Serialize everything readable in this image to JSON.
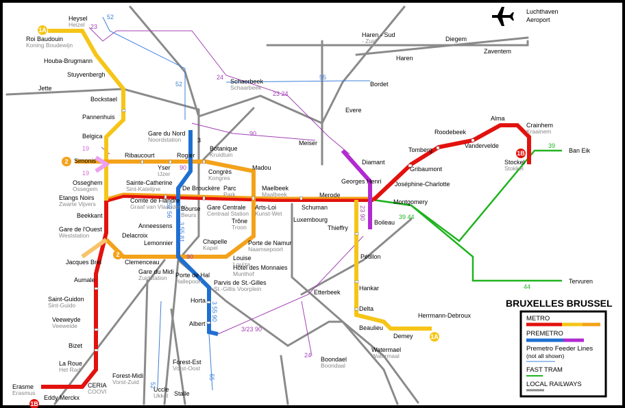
{
  "title": "BRUXELLES BRUSSEL",
  "legend": {
    "metro": "METRO",
    "premetro": "PREMETRO",
    "feeder": "Premetro Feeder Lines",
    "feeder_note": "(not all shown)",
    "fast_tram": "FAST TRAM",
    "railways": "LOCAL RAILWAYS"
  },
  "colors": {
    "metro_red": "#e2120e",
    "metro_orange": "#f3a21b",
    "metro_yellow": "#f5c518",
    "premetro_blue": "#1f6fd1",
    "premetro_purple": "#b22ad0",
    "feeder_purple": "#a23fb5",
    "feeder_blue": "#3b7fd6",
    "tram_green": "#1fb31f",
    "rail_grey": "#808080"
  },
  "airport": {
    "name": "Luchthaven",
    "alt": "Aeroport",
    "icon": "airplane-icon"
  },
  "badges": [
    {
      "id": "1A",
      "label": "1A"
    },
    {
      "id": "1A-end",
      "label": "1A"
    },
    {
      "id": "1B",
      "label": "1B"
    },
    {
      "id": "1B-end",
      "label": "1B"
    },
    {
      "id": "2-north",
      "label": "2"
    },
    {
      "id": "2-south",
      "label": "2"
    }
  ],
  "stations": [
    {
      "id": "heysel",
      "name": "Heysel",
      "alt": "Heizel"
    },
    {
      "id": "roi-baudouin",
      "name": "Roi Baudouin",
      "alt": "Koning Boudewijn"
    },
    {
      "id": "houba",
      "name": "Houba-Brugmann",
      "alt": ""
    },
    {
      "id": "stuyvenbergh",
      "name": "Stuyvenbergh",
      "alt": ""
    },
    {
      "id": "bockstael",
      "name": "Bockstael",
      "alt": ""
    },
    {
      "id": "pannenhuis",
      "name": "Pannenhuis",
      "alt": ""
    },
    {
      "id": "belgica",
      "name": "Belgica",
      "alt": ""
    },
    {
      "id": "simonis",
      "name": "Simonis",
      "alt": ""
    },
    {
      "id": "osseghem",
      "name": "Osseghem",
      "alt": "Ossegem"
    },
    {
      "id": "etangs-noirs",
      "name": "Etangs Noirs",
      "alt": "Zwarte Vijvers"
    },
    {
      "id": "beekkant",
      "name": "Beekkant",
      "alt": ""
    },
    {
      "id": "gare-ouest",
      "name": "Gare de l'Ouest",
      "alt": "Weststation"
    },
    {
      "id": "delacroix",
      "name": "Delacroix",
      "alt": ""
    },
    {
      "id": "jacques-brel",
      "name": "Jacques Brel",
      "alt": ""
    },
    {
      "id": "aumale",
      "name": "Aumale",
      "alt": ""
    },
    {
      "id": "saint-guidon",
      "name": "Saint-Guidon",
      "alt": "Sint-Guido"
    },
    {
      "id": "veeweyde",
      "name": "Veeweyde",
      "alt": "Veeweide"
    },
    {
      "id": "bizet",
      "name": "Bizet",
      "alt": ""
    },
    {
      "id": "la-roue",
      "name": "La Roue",
      "alt": "Het Rad"
    },
    {
      "id": "ceria",
      "name": "CERIA",
      "alt": "COOVI"
    },
    {
      "id": "erasme",
      "name": "Erasme",
      "alt": "Erasmus"
    },
    {
      "id": "eddy-merckx",
      "name": "Eddy Merckx",
      "alt": ""
    },
    {
      "id": "jette",
      "name": "Jette",
      "alt": ""
    },
    {
      "id": "ribaucourt",
      "name": "Ribaucourt",
      "alt": ""
    },
    {
      "id": "yser",
      "name": "Yser",
      "alt": "IJzer"
    },
    {
      "id": "sainte-catherine",
      "name": "Sainte-Catherine",
      "alt": "Sint-Katelijne"
    },
    {
      "id": "comte-flandre",
      "name": "Comte de Flandre",
      "alt": "Graaf van Vlaanderen"
    },
    {
      "id": "anneessens",
      "name": "Anneessens",
      "alt": ""
    },
    {
      "id": "lemonnier",
      "name": "Lemonnier",
      "alt": ""
    },
    {
      "id": "clemenceau",
      "name": "Clemenceau",
      "alt": ""
    },
    {
      "id": "gare-midi",
      "name": "Gare du Midi",
      "alt": "Zuidstation"
    },
    {
      "id": "porte-hal",
      "name": "Porte de Hal",
      "alt": "Hallepoort"
    },
    {
      "id": "parvis",
      "name": "Parvis de St.-Gilles",
      "alt": "St.-Gillis Voorplein"
    },
    {
      "id": "horta",
      "name": "Horta",
      "alt": ""
    },
    {
      "id": "albert",
      "name": "Albert",
      "alt": ""
    },
    {
      "id": "gare-nord",
      "name": "Gare du Nord",
      "alt": "Noordstation"
    },
    {
      "id": "rogier",
      "name": "Rogier",
      "alt": ""
    },
    {
      "id": "de-brouckere",
      "name": "De Brouckère",
      "alt": ""
    },
    {
      "id": "bourse",
      "name": "Bourse",
      "alt": "Beurs"
    },
    {
      "id": "botanique",
      "name": "Botanique",
      "alt": "Kruidtuin"
    },
    {
      "id": "congres",
      "name": "Congrès",
      "alt": "Kongres"
    },
    {
      "id": "parc",
      "name": "Parc",
      "alt": "Park"
    },
    {
      "id": "gare-centrale",
      "name": "Gare Centrale",
      "alt": "Centraal Station"
    },
    {
      "id": "trone",
      "name": "Trône",
      "alt": "Troon"
    },
    {
      "id": "madou",
      "name": "Madou",
      "alt": ""
    },
    {
      "id": "arts-loi",
      "name": "Arts-Loi",
      "alt": "Kunst-Wet"
    },
    {
      "id": "porte-namur",
      "name": "Porte de Namur",
      "alt": "Naamsepoort"
    },
    {
      "id": "louise",
      "name": "Louise",
      "alt": "Louiza"
    },
    {
      "id": "hotel-monnaies",
      "name": "Hôtel des Monnaies",
      "alt": "Munthof"
    },
    {
      "id": "chapelle",
      "name": "Chapelle",
      "alt": "Kapel"
    },
    {
      "id": "maelbeek",
      "name": "Maelbeek",
      "alt": "Maalbeek"
    },
    {
      "id": "schuman",
      "name": "Schuman",
      "alt": ""
    },
    {
      "id": "luxembourg",
      "name": "Luxembourg",
      "alt": ""
    },
    {
      "id": "merode",
      "name": "Merode",
      "alt": ""
    },
    {
      "id": "thieffry",
      "name": "Thieffry",
      "alt": ""
    },
    {
      "id": "petillon",
      "name": "Pétillon",
      "alt": ""
    },
    {
      "id": "hankar",
      "name": "Hankar",
      "alt": ""
    },
    {
      "id": "delta",
      "name": "Delta",
      "alt": ""
    },
    {
      "id": "beaulieu",
      "name": "Beaulieu",
      "alt": ""
    },
    {
      "id": "demey",
      "name": "Demey",
      "alt": ""
    },
    {
      "id": "herrmann",
      "name": "Herrmann-Debroux",
      "alt": ""
    },
    {
      "id": "etterbeek",
      "name": "Etterbeek",
      "alt": ""
    },
    {
      "id": "boondael",
      "name": "Boondael",
      "alt": "Boondaal"
    },
    {
      "id": "watermael",
      "name": "Watermael",
      "alt": "Watermaal"
    },
    {
      "id": "montgomery",
      "name": "Montgomery",
      "alt": ""
    },
    {
      "id": "boileau",
      "name": "Boileau",
      "alt": ""
    },
    {
      "id": "georges-henri",
      "name": "Georges Henri",
      "alt": ""
    },
    {
      "id": "diamant",
      "name": "Diamant",
      "alt": ""
    },
    {
      "id": "meiser",
      "name": "Meiser",
      "alt": ""
    },
    {
      "id": "evere",
      "name": "Evere",
      "alt": ""
    },
    {
      "id": "bordet",
      "name": "Bordet",
      "alt": ""
    },
    {
      "id": "haren-sud",
      "name": "Haren - Sud",
      "alt": "- Zuid"
    },
    {
      "id": "haren",
      "name": "Haren",
      "alt": ""
    },
    {
      "id": "diegem",
      "name": "Diegem",
      "alt": ""
    },
    {
      "id": "zaventem",
      "name": "Zaventem",
      "alt": ""
    },
    {
      "id": "schaerbeek",
      "name": "Schaerbeek",
      "alt": "Schaarbeek"
    },
    {
      "id": "josephine",
      "name": "Joséphine-Charlotte",
      "alt": ""
    },
    {
      "id": "gribaumont",
      "name": "Gribaumont",
      "alt": ""
    },
    {
      "id": "tomberg",
      "name": "Tomberg",
      "alt": ""
    },
    {
      "id": "roodebeek",
      "name": "Roodebeek",
      "alt": ""
    },
    {
      "id": "vandervelde",
      "name": "Vandervelde",
      "alt": ""
    },
    {
      "id": "alma",
      "name": "Alma",
      "alt": ""
    },
    {
      "id": "crainhem",
      "name": "Crainhem",
      "alt": "Kraainem"
    },
    {
      "id": "stockel",
      "name": "Stockel",
      "alt": "Stokkel"
    },
    {
      "id": "ban-eik",
      "name": "Ban Eik",
      "alt": ""
    },
    {
      "id": "tervuren",
      "name": "Tervuren",
      "alt": ""
    },
    {
      "id": "forest-midi",
      "name": "Forest-Midi",
      "alt": "Vorst-Zuid"
    },
    {
      "id": "forest-est",
      "name": "Forest-Est",
      "alt": "Vorst-Oost"
    },
    {
      "id": "uccle",
      "name": "Uccle",
      "alt": "Ukkel"
    },
    {
      "id": "stalle",
      "name": "Stalle",
      "alt": ""
    }
  ],
  "routes": [
    {
      "id": "r52-top",
      "label": "52"
    },
    {
      "id": "r23-top",
      "label": "23"
    },
    {
      "id": "r52-left",
      "label": "52"
    },
    {
      "id": "r24-mid",
      "label": "24"
    },
    {
      "id": "r55-top",
      "label": "55"
    },
    {
      "id": "r23-24",
      "label": "23  24"
    },
    {
      "id": "r90-top",
      "label": "90"
    },
    {
      "id": "r3",
      "label": "3"
    },
    {
      "id": "r90-nord",
      "label": "90"
    },
    {
      "id": "r19a",
      "label": "19"
    },
    {
      "id": "r19b",
      "label": "19"
    },
    {
      "id": "r52-56",
      "label": "52  56"
    },
    {
      "id": "r3-55-81",
      "label": "3  55  81"
    },
    {
      "id": "r90-mid",
      "label": "90"
    },
    {
      "id": "r3-55-90",
      "label": "3  55  90"
    },
    {
      "id": "r23-90",
      "label": "23  90"
    },
    {
      "id": "r39-44",
      "label": "39  44"
    },
    {
      "id": "r39",
      "label": "39"
    },
    {
      "id": "r44",
      "label": "44"
    },
    {
      "id": "r3-23-90",
      "label": "3/23  90"
    },
    {
      "id": "r24-low",
      "label": "24"
    },
    {
      "id": "r52-low",
      "label": "52"
    },
    {
      "id": "r55-low",
      "label": "55"
    }
  ]
}
